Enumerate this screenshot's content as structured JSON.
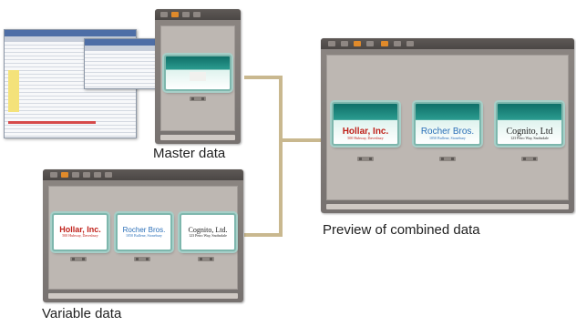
{
  "captions": {
    "master": "Master data",
    "variable": "Variable data",
    "preview": "Preview of combined data"
  },
  "cards": {
    "hollar": {
      "name": "Hollar, Inc.",
      "address": "500 Hubway, Davesbury"
    },
    "rocher": {
      "name": "Rocher Bros.",
      "address": "1050 Bullene, Stonebury"
    },
    "cognito_variable": {
      "name": "Cognito, Ltd.",
      "address": "123 Petro Way, Snobsdale"
    },
    "cognito_preview": {
      "name": "Cognito, Ltd",
      "address": "123 Petro Way, Snobsdale"
    }
  },
  "colors": {
    "connector": "#c9b88f",
    "hollar_name": "#c0221b",
    "rocher_name": "#2a6fb8",
    "cognito_name": "#222222",
    "card_frame": "#7eb7ad"
  },
  "icons": [
    "spreadsheet-icon",
    "label-card-icon",
    "pager-icon"
  ]
}
